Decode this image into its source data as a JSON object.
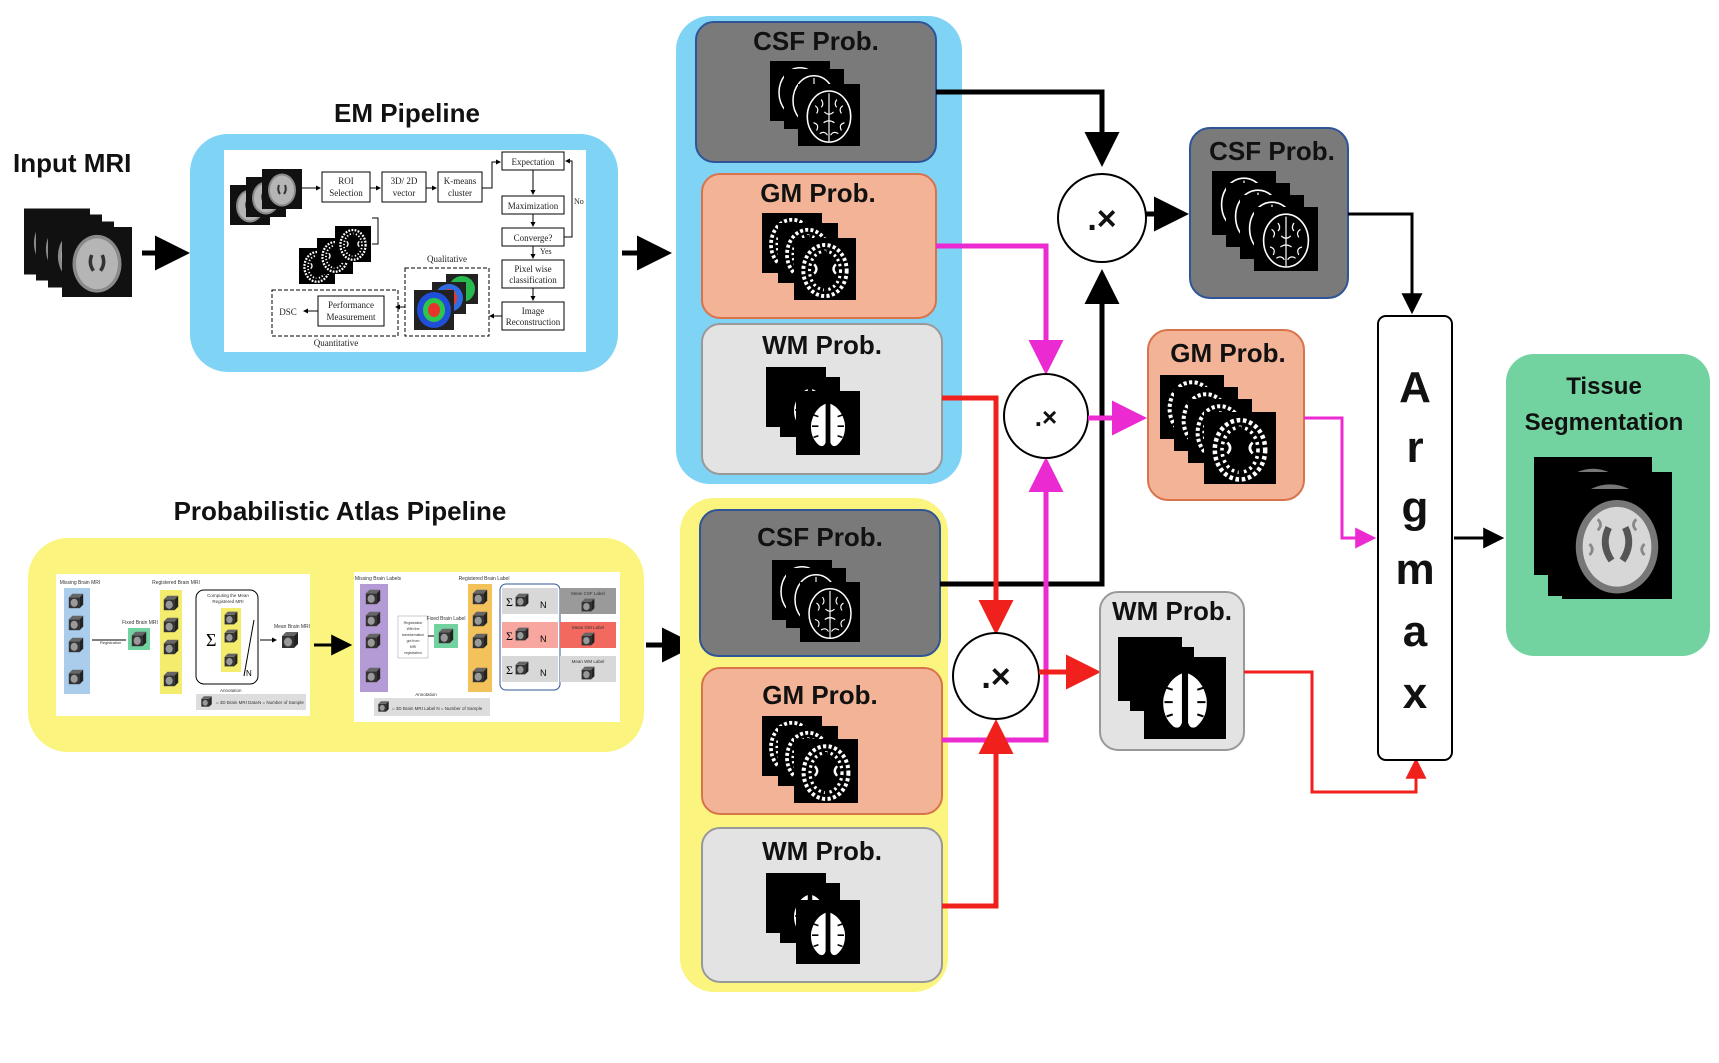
{
  "title_input": "Input MRI",
  "title_em": "EM Pipeline",
  "title_atlas": "Probabilistic Atlas Pipeline",
  "em_flowchart": {
    "roi": [
      "ROI",
      "Selection"
    ],
    "vector": [
      "3D/ 2D",
      "vector"
    ],
    "kmeans": [
      "K-means",
      "cluster"
    ],
    "expectation": "Expectation",
    "maximization": "Maximization",
    "converge": "Converge?",
    "no": "No",
    "yes": "Yes",
    "pixel": [
      "Pixel wise",
      "classification"
    ],
    "qualitative": "Qualitative",
    "reconstruction": [
      "Image",
      "Reconstruction"
    ],
    "performance": [
      "Performance",
      "Measurement"
    ],
    "dsc": "DSC",
    "quantitative": "Quantitative"
  },
  "atlas_left": {
    "missing": "Missing Brain MRI",
    "registered": "Registered Brain MRI",
    "fixed": "Fixed Brain MRI",
    "registration": "Registration",
    "computing": [
      "Computing the Mean",
      "Registered MRI"
    ],
    "mean": "Mean Brain MRI",
    "annotation": "Annotation",
    "legend1": "= 3D Brain MRI Data",
    "legend2": "N = Number of Sample"
  },
  "atlas_right": {
    "missing": "Missing Brain Labels",
    "registered": "Registered Brain Label",
    "fixed": "Fixed Brain Label",
    "registration": [
      "Registration",
      "With the",
      "transformation",
      "got from",
      "MRI",
      "registration"
    ],
    "mean_csf": "Mean CSF Label",
    "mean_gm": "Mean GM Label",
    "mean_wm": "Mean WM Label",
    "annotation": "Annotation",
    "legend": "= 3D Brain MRI Label    N = Number of Sample"
  },
  "em_probs": {
    "csf": "CSF Prob.",
    "gm": "GM Prob.",
    "wm": "WM Prob."
  },
  "atlas_probs": {
    "csf": "CSF Prob.",
    "gm": "GM Prob.",
    "wm": "WM Prob."
  },
  "mult_symbol": ".×",
  "result_probs": {
    "csf": "CSF Prob.",
    "gm": "GM Prob.",
    "wm": "WM Prob."
  },
  "argmax_letters": [
    "A",
    "r",
    "g",
    "m",
    "a",
    "x"
  ],
  "output": [
    "Tissue",
    "Segmentation"
  ],
  "colors": {
    "em_bg": "#7fd3f5",
    "atlas_bg": "#fbf57f",
    "csf_fill": "#7a7a7a",
    "gm_fill": "#f3b396",
    "wm_fill": "#e3e3e3",
    "output_fill": "#73d3a0",
    "magenta": "#ec2ad2",
    "red": "#f0201c"
  }
}
